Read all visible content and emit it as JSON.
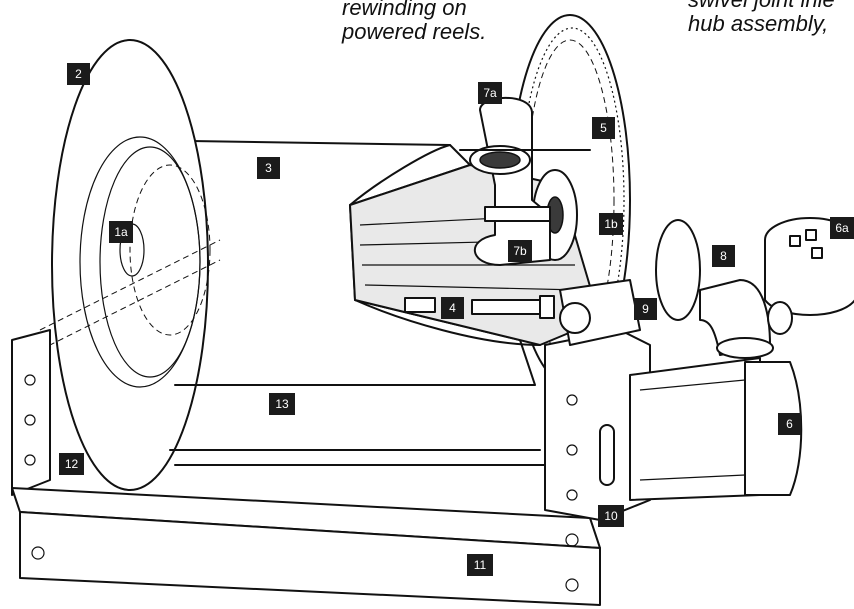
{
  "captions": {
    "left": [
      "rewinding on",
      "powered reels."
    ],
    "right": [
      "swivel joint inle",
      "hub assembly,"
    ]
  },
  "callouts": [
    "1a",
    "1b",
    "2",
    "3",
    "4",
    "5",
    "6",
    "6a",
    "7a",
    "7b",
    "8",
    "9",
    "10",
    "11",
    "12",
    "13"
  ],
  "colors": {
    "callout_bg": "#1b1b1b",
    "callout_text": "#ffffff",
    "line": "#111111",
    "shade": "#e9e9e9"
  }
}
